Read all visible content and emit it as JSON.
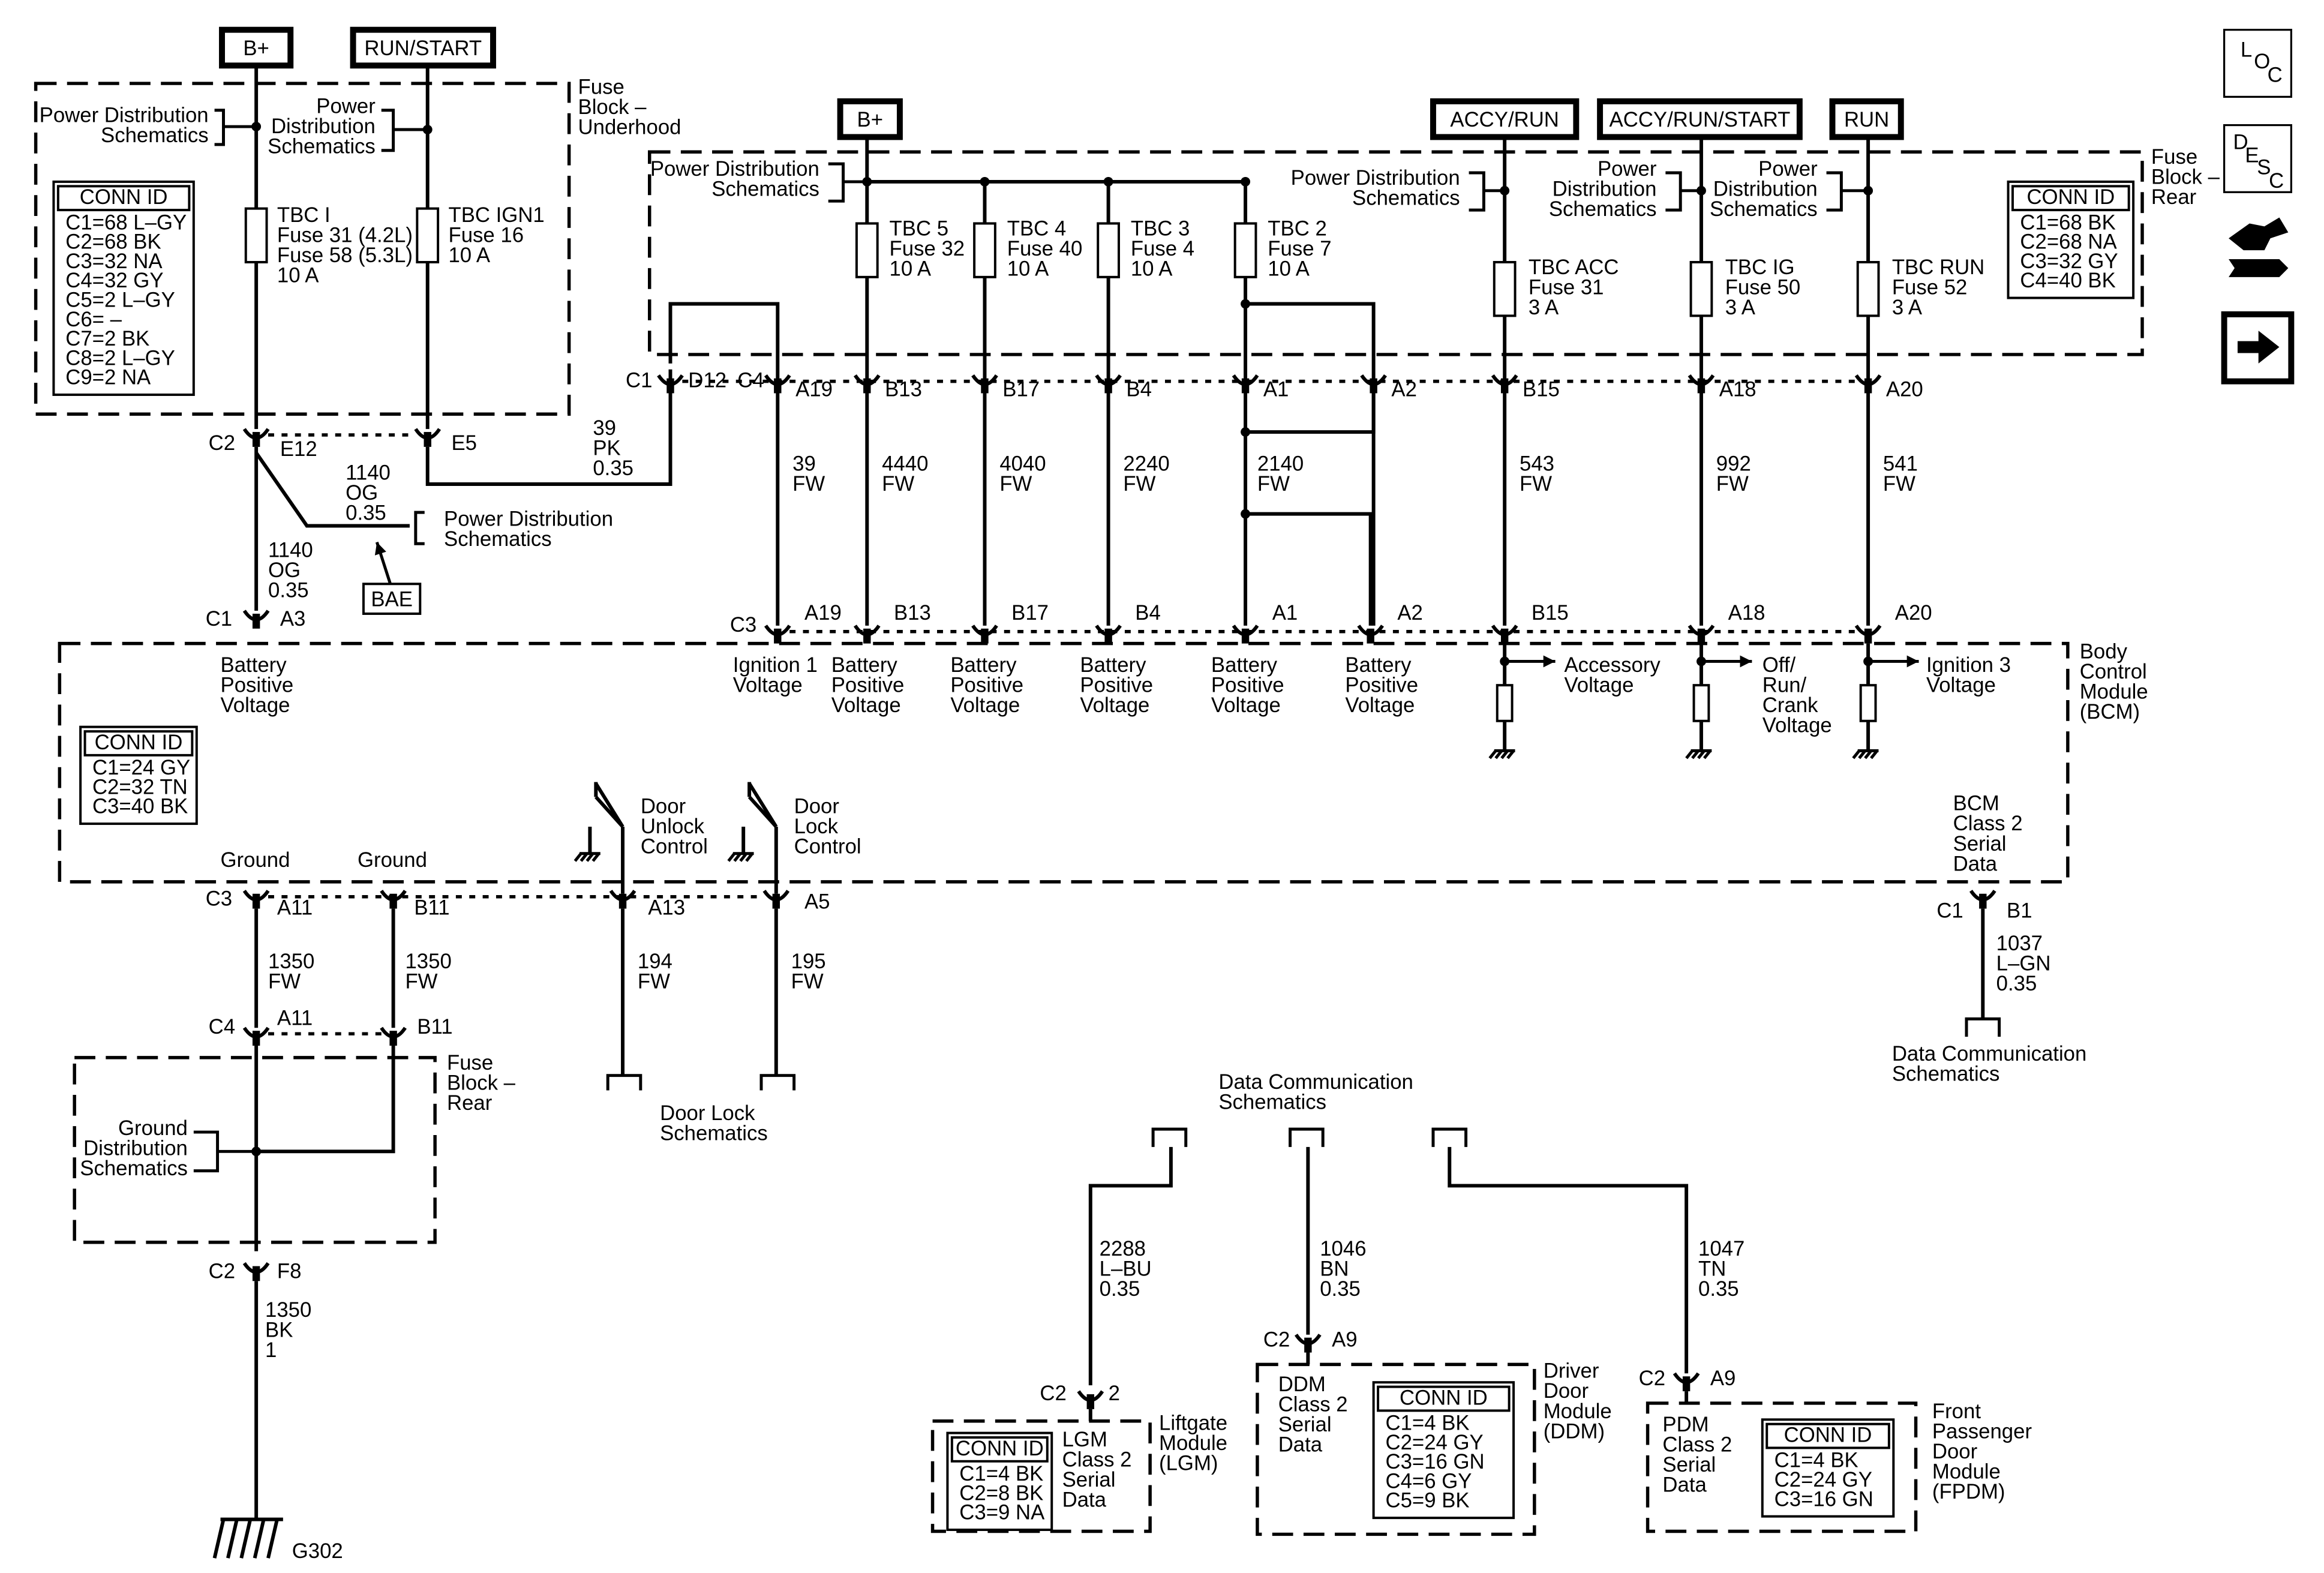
{
  "power_labels": {
    "b_plus_top": "B+",
    "run_start": "RUN/START",
    "b_plus_rear": "B+",
    "accy_run": "ACCY/RUN",
    "accy_run_start": "ACCY/RUN/START",
    "run": "RUN",
    "bae": "BAE"
  },
  "fuse_block_underhood": {
    "title": [
      "Fuse",
      "Block –",
      "Underhood"
    ],
    "power_dist_left": [
      "Power Distribution",
      "Schematics"
    ],
    "power_dist_mid": [
      "Power",
      "Distribution",
      "Schematics"
    ],
    "conn_id": {
      "header": "CONN ID",
      "rows": [
        "C1=68 L–GY",
        "C2=68 BK",
        "C3=32 NA",
        "C4=32 GY",
        "C5=2 L–GY",
        "C6= –",
        "C7=2 BK",
        "C8=2 L–GY",
        "C9=2 NA"
      ]
    },
    "fuse_tbc_i": [
      "TBC I",
      "Fuse 31 (4.2L)",
      "Fuse 58 (5.3L)",
      "10 A"
    ],
    "fuse_tbc_ign1": [
      "TBC IGN1",
      "Fuse 16",
      "10 A"
    ]
  },
  "fuse_block_rear": {
    "title": [
      "Fuse",
      "Block –",
      "Rear"
    ],
    "power_dist_1": [
      "Power Distribution",
      "Schematics"
    ],
    "power_dist_2": [
      "Power Distribution",
      "Schematics"
    ],
    "power_dist_3": [
      "Power",
      "Distribution",
      "Schematics"
    ],
    "power_dist_4": [
      "Power",
      "Distribution",
      "Schematics"
    ],
    "conn_id": {
      "header": "CONN ID",
      "rows": [
        "C1=68 BK",
        "C2=68 NA",
        "C3=32 GY",
        "C4=40 BK"
      ]
    },
    "fuses": [
      [
        "TBC 5",
        "Fuse 32",
        "10 A"
      ],
      [
        "TBC 4",
        "Fuse 40",
        "10 A"
      ],
      [
        "TBC 3",
        "Fuse 4",
        "10 A"
      ],
      [
        "TBC 2",
        "Fuse 7",
        "10 A"
      ],
      [
        "TBC ACC",
        "Fuse 31",
        "3 A"
      ],
      [
        "TBC IG",
        "Fuse 50",
        "3 A"
      ],
      [
        "TBC RUN",
        "Fuse 52",
        "3 A"
      ]
    ]
  },
  "connectors": {
    "c1": "C1",
    "d12": "D12",
    "c4": "C4",
    "c2": "C2",
    "e12": "E12",
    "e5": "E5",
    "top_pins": [
      "A19",
      "B13",
      "B17",
      "B4",
      "A1",
      "A2",
      "B15",
      "A18",
      "A20"
    ],
    "c3": "C3",
    "c1_bcm": "C1",
    "a3": "A3",
    "c3_gnd": "C3",
    "a11": "A11",
    "b11": "B11",
    "a13": "A13",
    "a5": "A5",
    "c4_rear": "C4",
    "a11_rear": "A11",
    "b11_rear": "B11",
    "c2_g": "C2",
    "f8": "F8",
    "c1_b1": "C1",
    "b1": "B1",
    "lgm_c2": "C2",
    "lgm_pin": "2",
    "ddm_c2": "C2",
    "ddm_pin": "A9",
    "pdm_c2": "C2",
    "pdm_pin": "A9"
  },
  "wires": {
    "w39pk": [
      "39",
      "PK",
      "0.35"
    ],
    "w1140_upper": [
      "1140",
      "OG",
      "0.35"
    ],
    "w1140_lower": [
      "1140",
      "OG",
      "0.35"
    ],
    "w39fw": [
      "39",
      "FW"
    ],
    "w4440": [
      "4440",
      "FW"
    ],
    "w4040": [
      "4040",
      "FW"
    ],
    "w2240": [
      "2240",
      "FW"
    ],
    "w2140": [
      "2140",
      "FW"
    ],
    "w543": [
      "543",
      "FW"
    ],
    "w992": [
      "992",
      "FW"
    ],
    "w541": [
      "541",
      "FW"
    ],
    "w1350a": [
      "1350",
      "FW"
    ],
    "w1350b": [
      "1350",
      "FW"
    ],
    "w194": [
      "194",
      "FW"
    ],
    "w195": [
      "195",
      "FW"
    ],
    "w1350bk": [
      "1350",
      "BK",
      "1"
    ],
    "w1037": [
      "1037",
      "L–GN",
      "0.35"
    ],
    "w2288": [
      "2288",
      "L–BU",
      "0.35"
    ],
    "w1046": [
      "1046",
      "BN",
      "0.35"
    ],
    "w1047": [
      "1047",
      "TN",
      "0.35"
    ]
  },
  "power_dist_bae": [
    "Power Distribution",
    "Schematics"
  ],
  "bcm": {
    "title": [
      "Body",
      "Control",
      "Module",
      "(BCM)"
    ],
    "battery_positive": [
      "Battery",
      "Positive",
      "Voltage"
    ],
    "ignition1": [
      "Ignition 1",
      "Voltage"
    ],
    "bat_a": [
      "Battery",
      "Positive",
      "Voltage"
    ],
    "bat_b": [
      "Battery",
      "Positive",
      "Voltage"
    ],
    "bat_c": [
      "Battery",
      "Positive",
      "Voltage"
    ],
    "bat_d": [
      "Battery",
      "Positive",
      "Voltage"
    ],
    "bat_e": [
      "Battery",
      "Positive",
      "Voltage"
    ],
    "accessory": [
      "Accessory",
      "Voltage"
    ],
    "off_run_crank": [
      "Off/",
      "Run/",
      "Crank",
      "Voltage"
    ],
    "ignition3": [
      "Ignition 3",
      "Voltage"
    ],
    "conn_id": {
      "header": "CONN ID",
      "rows": [
        "C1=24 GY",
        "C2=32 TN",
        "C3=40 BK"
      ]
    },
    "door_unlock": [
      "Door",
      "Unlock",
      "Control"
    ],
    "door_lock": [
      "Door",
      "Lock",
      "Control"
    ],
    "ground_1": "Ground",
    "ground_2": "Ground",
    "serial_data": [
      "BCM",
      "Class 2",
      "Serial",
      "Data"
    ]
  },
  "fuse_block_rear_lower": {
    "title": [
      "Fuse",
      "Block –",
      "Rear"
    ],
    "ground_dist": [
      "Ground",
      "Distribution",
      "Schematics"
    ]
  },
  "door_lock_schematics": [
    "Door Lock",
    "Schematics"
  ],
  "data_comm_right": [
    "Data Communication",
    "Schematics"
  ],
  "data_comm_center": [
    "Data Communication",
    "Schematics"
  ],
  "ground_label": "G302",
  "lgm": {
    "conn_id": {
      "header": "CONN ID",
      "rows": [
        "C1=4 BK",
        "C2=8 BK",
        "C3=9 NA"
      ]
    },
    "serial": [
      "LGM",
      "Class 2",
      "Serial",
      "Data"
    ],
    "name": [
      "Liftgate",
      "Module",
      "(LGM)"
    ]
  },
  "ddm": {
    "serial": [
      "DDM",
      "Class 2",
      "Serial",
      "Data"
    ],
    "conn_id": {
      "header": "CONN ID",
      "rows": [
        "C1=4 BK",
        "C2=24 GY",
        "C3=16 GN",
        "C4=6 GY",
        "C5=9 BK"
      ]
    },
    "name": [
      "Driver",
      "Door",
      "Module",
      "(DDM)"
    ]
  },
  "fpdm": {
    "serial": [
      "PDM",
      "Class 2",
      "Serial",
      "Data"
    ],
    "conn_id": {
      "header": "CONN ID",
      "rows": [
        "C1=4 BK",
        "C2=24 GY",
        "C3=16 GN"
      ]
    },
    "name": [
      "Front",
      "Passenger",
      "Door",
      "Module",
      "(FPDM)"
    ]
  },
  "nav_icons": {
    "loc": [
      "L",
      "O",
      "C"
    ],
    "desc": [
      "D",
      "E",
      "S",
      "C"
    ]
  }
}
